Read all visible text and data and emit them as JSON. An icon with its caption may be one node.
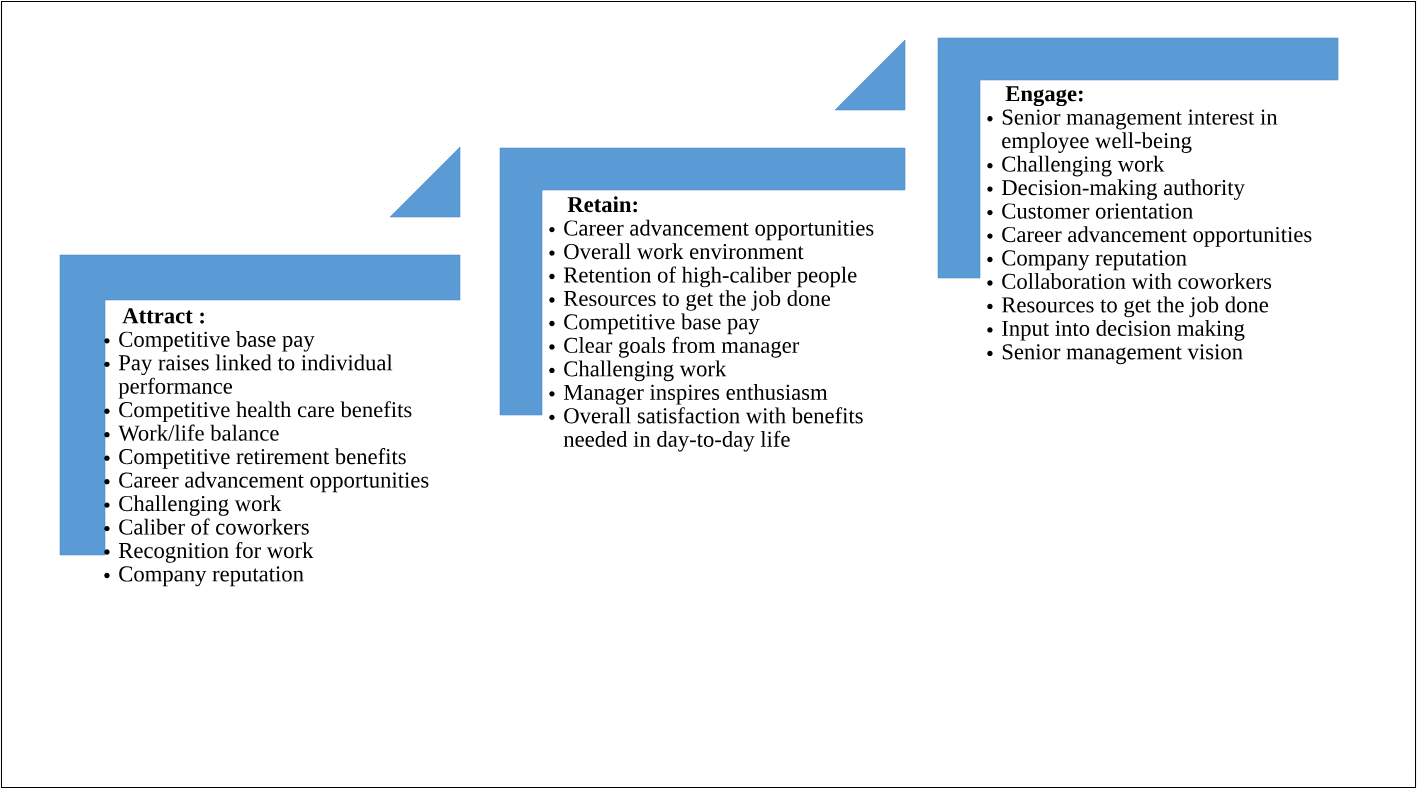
{
  "diagram": {
    "nodes": [
      {
        "text": [
          "Attract :",
          "Competitive base pay",
          "Pay raises linked to individual performance",
          "Competitive health care benefits",
          "Work/life balance",
          "Competitive retirement benefits",
          "Career advancement opportunities",
          "Challenging work",
          "Caliber of coworkers",
          "Recognition for work",
          "Company reputation"
        ]
      },
      {
        "text": [
          "Retain:",
          "Career advancement opportunities",
          "Overall work environment",
          "Retention of high-caliber people",
          "Resources to get the job done",
          "Competitive base pay",
          "Clear goals from manager",
          "Challenging work",
          "Manager inspires enthusiasm",
          "Overall satisfaction with benefits needed in day-to-day life"
        ]
      },
      {
        "text": [
          "Engage:",
          "Senior management interest in employee well-being",
          "Challenging work",
          "Decision-making authority",
          "Customer orientation",
          "Career advancement opportunities",
          "Company reputation",
          "Collaboration with coworkers",
          "Resources to get the job done",
          "Input into decision making",
          "Senior management vision"
        ]
      }
    ]
  }
}
